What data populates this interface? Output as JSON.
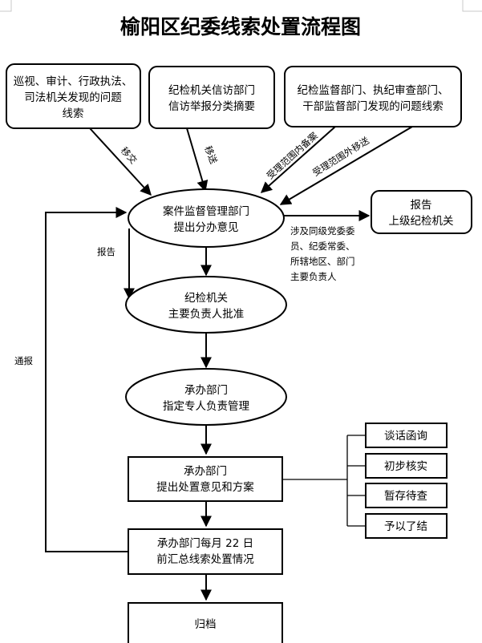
{
  "title": "榆阳区纪委线索处置流程图",
  "sources": {
    "left": [
      "巡视、审计、行政执法、",
      "司法机关发现的问题",
      "线索"
    ],
    "middle": [
      "纪检机关信访部门",
      "信访举报分类摘要"
    ],
    "right": [
      "纪检监督部门、执纪审查部门、",
      "干部监督部门发现的问题线索"
    ]
  },
  "edge_labels": {
    "left": "移交",
    "middle": "移送",
    "right_inner": "受理范围内备案",
    "right_outer": "受理范围外移送",
    "report_side": "报告",
    "notify": "通报"
  },
  "nodes": {
    "case_dept": [
      "案件监督管理部门",
      "提出分办意见"
    ],
    "report_upper": [
      "报告",
      "上级纪检机关"
    ],
    "side_note": [
      "涉及同级党委委",
      "员、纪委常委、",
      "所辖地区、部门",
      "主要负责人"
    ],
    "approve": [
      "纪检机关",
      "主要负责人批准"
    ],
    "assign": [
      "承办部门",
      "指定专人负责管理"
    ],
    "propose": [
      "承办部门",
      "提出处置意见和方案"
    ],
    "summary": [
      "承办部门每月 22 日",
      "前汇总线索处置情况"
    ],
    "archive": "归档"
  },
  "options": [
    "谈话函询",
    "初步核实",
    "暂存待查",
    "予以了结"
  ]
}
